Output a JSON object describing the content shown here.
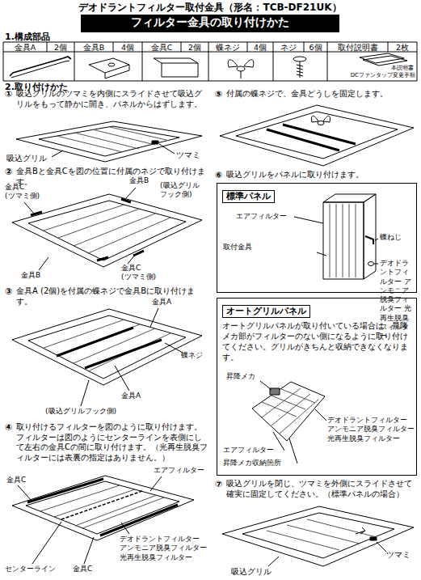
{
  "diagram": {
    "title": "デオドラントフィルター取付金具（形名：TCB-DF21UK）",
    "nodes": [
      {
        "text": [
          "フィルター金具の取り付けかた"
        ]
      },
      {
        "text": [
          "標準パネル"
        ]
      },
      {
        "text": [
          "オートグリルパネル",
          "オートグリルパネルが取り付いている場合は、昇降メカ部がフィルターのない側になるように取り付けてください。グリルがきちんと収納できなくなります。"
        ]
      }
    ],
    "labels": [
      "1.構成部品",
      "金具A",
      "2個",
      "金具B",
      "4個",
      "金具C",
      "2個",
      "蝶ネジ",
      "4個",
      "ネジ",
      "6個",
      "取付説明書",
      "2枚",
      "本説明書",
      "DCファンタップ変更手順",
      "2.取り付けかた",
      "①",
      "吸込グリルのツマミを内側にスライドさせて吸込グリルをもって静かに開き、パネルからはずします。",
      "吸込グリル",
      "ツマミ",
      "②",
      "金具Bと金具Cを図の位置に付属のネジで取り付けます。",
      "金具C (ツマミ側)",
      "金具B",
      "(吸込グリル フック側)",
      "金具B",
      "金具C (ツマミ側)",
      "③",
      "金具A (2個)を付属の蝶ネジで金具Bに取り付けます。",
      "金具A",
      "蝶ネジ",
      "金具A",
      "(吸込グリルフック側)",
      "④",
      "取り付けるフィルターを図のように取り付けます。フィルターは図のようにセンターラインを表側にして左右の金具Cの間に取り付けます。（光再生脱臭フィルターには表裏の指定はありません。）",
      "エアフィルター",
      "金具C",
      "デオドラントフィルター アンモニア脱臭フィルター 光再生脱臭フィルター",
      "センターライン",
      "金具C",
      "⑤",
      "付属の蝶ネジで、金具どうしを固定します。",
      "⑥",
      "吸込グリルをパネルに取り付けます。",
      "エアフィルター",
      "取付金具",
      "蝶ねじ",
      "デオドラントフィルター アンモニア脱臭フィルター 光再生脱臭フィルター",
      "昇降メカ",
      "エアフィルター",
      "昇降メカ収納箇所",
      "デオドラントフィルター アンモニア脱臭フィルター 光再生脱臭フィルター",
      "⑦",
      "吸込グリルを閉じ、ツマミを外側にスライドさせて確実に固定してください。（標準パネルの場合）",
      "ツマミ",
      "吸込グリル"
    ]
  }
}
